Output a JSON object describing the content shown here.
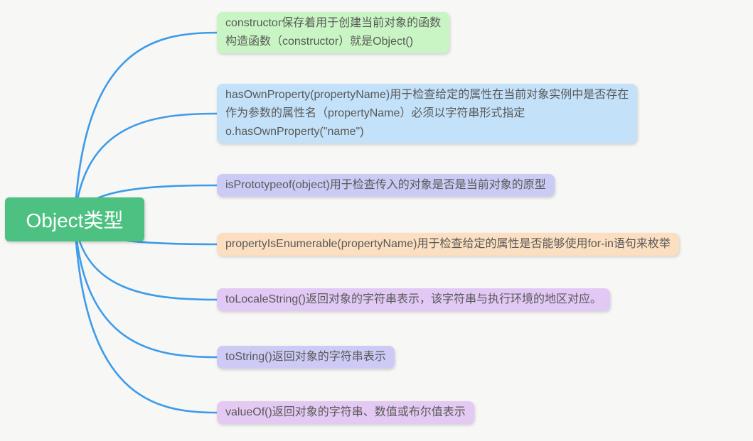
{
  "canvas": {
    "background": "#f7f7f5",
    "edge_color": "#3d9be9"
  },
  "root": {
    "label": "Object类型",
    "bg": "#4dc182",
    "text_color": "#ffffff"
  },
  "nodes": [
    {
      "id": "constructor",
      "label": "constructor保存着用于创建当前对象的函数\n构造函数（constructor）就是Object()",
      "bg": "#c8f5c3"
    },
    {
      "id": "hasOwnProperty",
      "label": "hasOwnProperty(propertyName)用于检查给定的属性在当前对象实例中是否存在\n作为参数的属性名（propertyName）必须以字符串形式指定\no.hasOwnProperty(\"name\")",
      "bg": "#c3e1f8"
    },
    {
      "id": "isPrototypeof",
      "label": "isPrototypeof(object)用于检查传入的对象是否是当前对象的原型",
      "bg": "#caccf5"
    },
    {
      "id": "propertyIsEnumerable",
      "label": "propertyIsEnumerable(propertyName)用于检查给定的属性是否能够使用for-in语句来枚举",
      "bg": "#fbdfc0"
    },
    {
      "id": "toLocaleString",
      "label": "toLocaleString()返回对象的字符串表示，该字符串与执行环境的地区对应。",
      "bg": "#e2c8f4"
    },
    {
      "id": "toString",
      "label": "toString()返回对象的字符串表示",
      "bg": "#cdcaf5"
    },
    {
      "id": "valueOf",
      "label": "valueOf()返回对象的字符串、数值或布尔值表示",
      "bg": "#e4c9f3"
    }
  ]
}
